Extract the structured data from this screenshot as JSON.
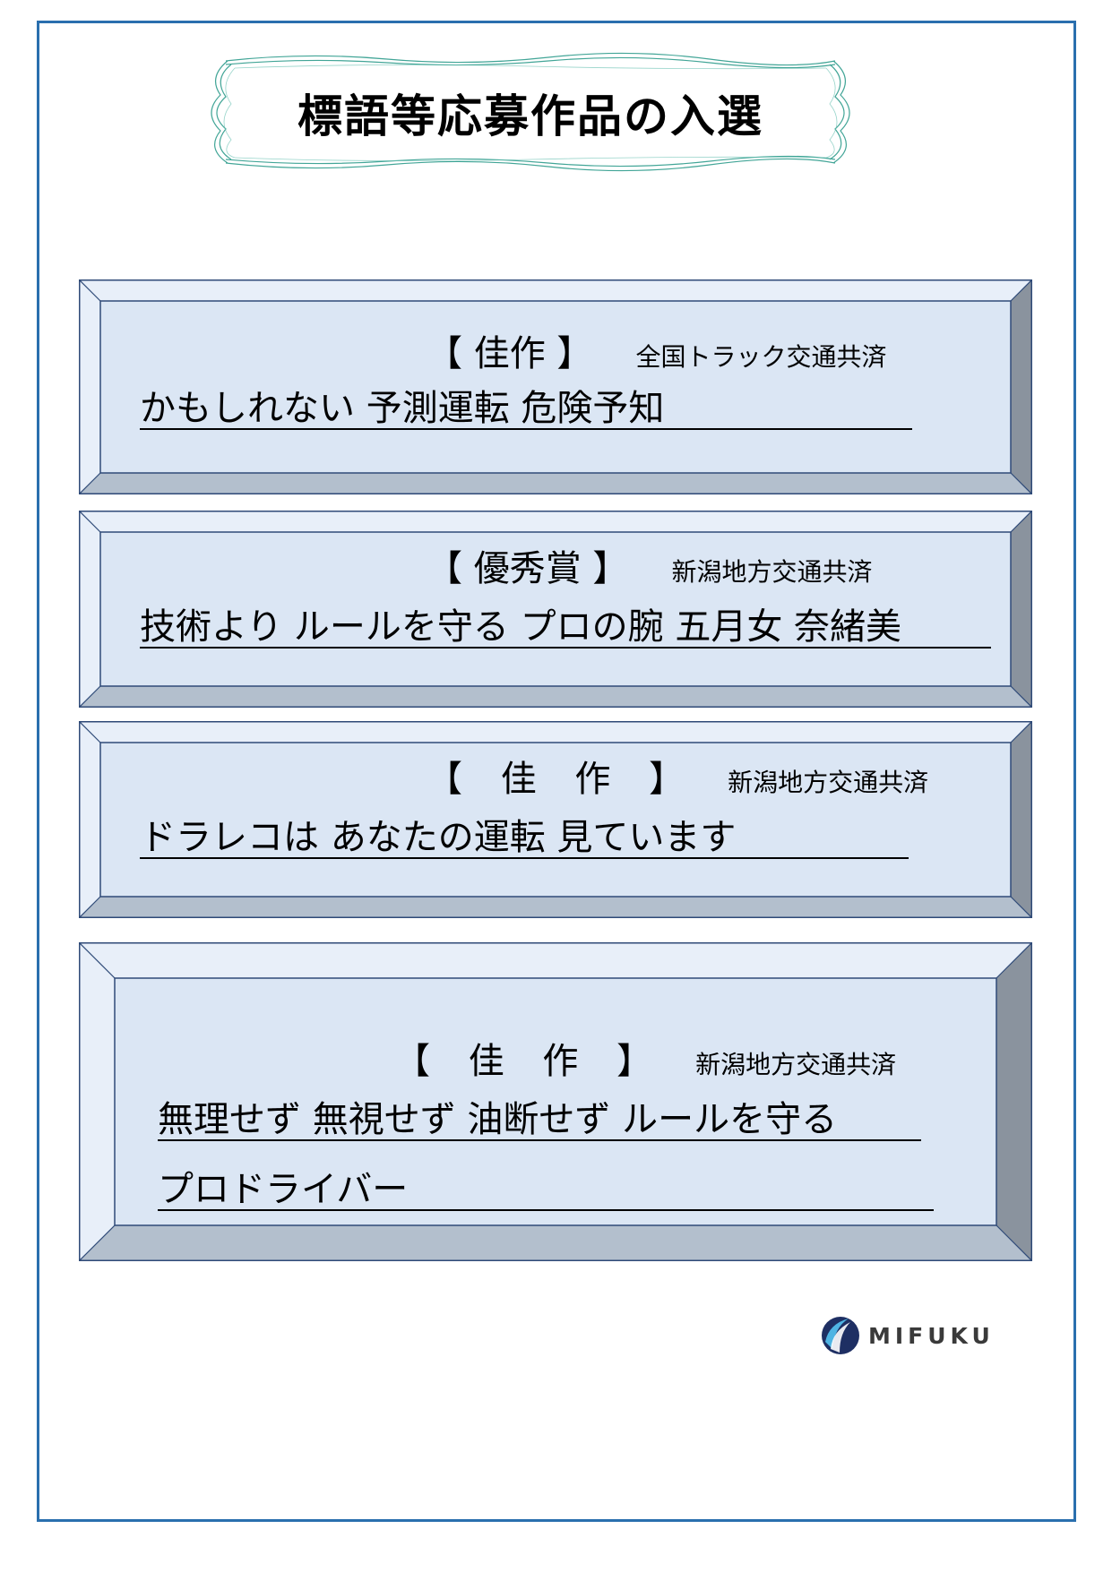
{
  "title": "標語等応募作品の入選",
  "entries": [
    {
      "award": "【 佳作 】",
      "org": "全国トラック交通共済",
      "lines": [
        "かもしれない 予測運転 危険予知"
      ]
    },
    {
      "award": "【 優秀賞 】",
      "org": "新潟地方交通共済",
      "lines": [
        "技術より ルールを守る プロの腕 五月女 奈緒美"
      ]
    },
    {
      "award": "【 佳 作 】",
      "org": "新潟地方交通共済",
      "lines": [
        "ドラレコは あなたの運転 見ています"
      ]
    },
    {
      "award": "【 佳 作 】",
      "org": "新潟地方交通共済",
      "lines": [
        "無理せず 無視せず 油断せず ルールを守る",
        "プロドライバー"
      ]
    }
  ],
  "logo": {
    "text": "MIFUKU",
    "icon": "mifuku-logo-icon"
  },
  "colors": {
    "frame": "#2a6fae",
    "panel_face": "#dbe6f4",
    "panel_light": "#e8eff9",
    "panel_mid": "#b3bfcd",
    "panel_dark": "#8a939e",
    "panel_border": "#2f4a78"
  }
}
